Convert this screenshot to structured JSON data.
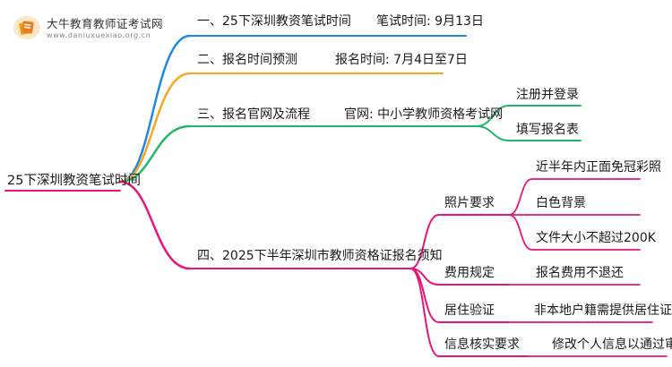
{
  "logo": {
    "name": "大牛教育教师证考试网",
    "url": "www.daniuxuexiao.org.cn"
  },
  "colors": {
    "blue": "#1e88e5",
    "orange": "#f5a623",
    "green": "#22b76b",
    "pink": "#e8157a"
  },
  "root": "25下深圳教资笔试时间",
  "branches": [
    {
      "label": "一、25下深圳教资笔试时间",
      "detail": "笔试时间: 9月13日",
      "color": "blue"
    },
    {
      "label": "二、报名时间预测",
      "detail": "报名时间: 7月4日至7日",
      "color": "orange"
    },
    {
      "label": "三、报名官网及流程",
      "detail": "官网: 中小学教师资格考试网",
      "color": "green",
      "steps": [
        "注册并登录",
        "填写报名表"
      ]
    },
    {
      "label": "四、2025下半年深圳市教师资格证报名须知",
      "color": "pink",
      "items": [
        {
          "label": "照片要求",
          "children": [
            "近半年内正面免冠彩照",
            "白色背景",
            "文件大小不超过200K"
          ]
        },
        {
          "label": "费用规定",
          "children": [
            "报名费用不退还"
          ]
        },
        {
          "label": "居住验证",
          "children": [
            "非本地户籍需提供居住证明"
          ]
        },
        {
          "label": "信息核实要求",
          "children": [
            "修改个人信息以通过审核"
          ]
        }
      ]
    }
  ]
}
